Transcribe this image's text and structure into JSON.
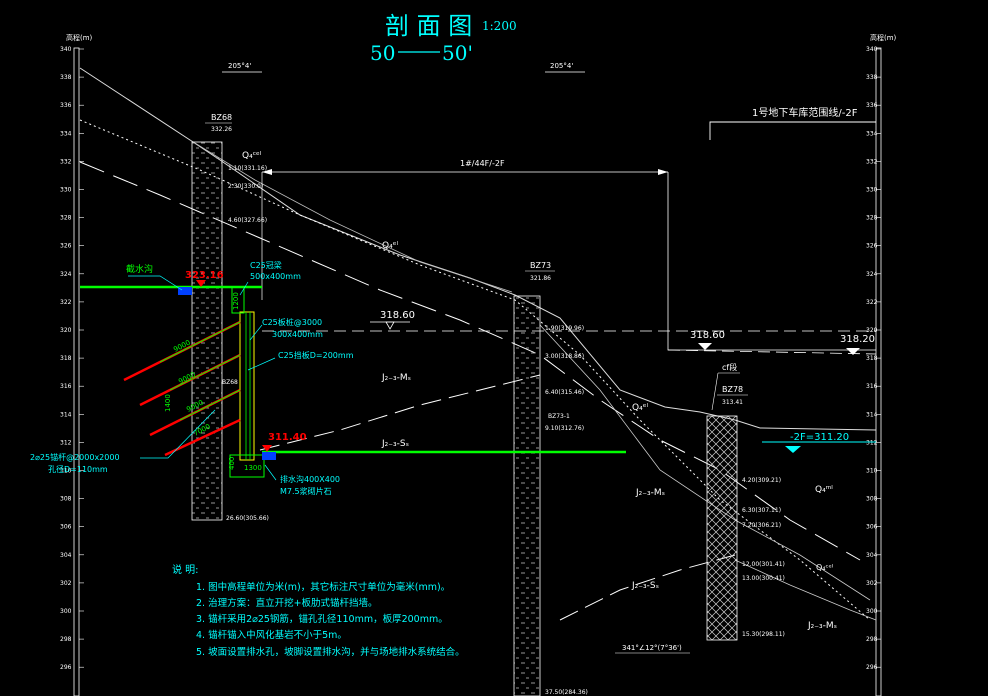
{
  "title": {
    "main": "剖 面 图",
    "scale": "1:200",
    "section_left": "50",
    "section_right": "50'"
  },
  "elevation_axis": {
    "left_header": "高程(m)",
    "right_header": "高程(m)",
    "ticks": [
      "340",
      "338",
      "336",
      "334",
      "332",
      "330",
      "328",
      "326",
      "324",
      "322",
      "320",
      "318",
      "316",
      "314",
      "312",
      "310",
      "308",
      "306",
      "304",
      "302",
      "300",
      "298",
      "296"
    ]
  },
  "orientation_marks": {
    "left": "205°4'",
    "right": "205°4'"
  },
  "boreholes": [
    {
      "id": "BZ68",
      "elevation": "332.26",
      "depth_labels": [
        "1.10(331.16)",
        "2.30(330.0)",
        "4.60(327.66)",
        "26.60(305.66)"
      ]
    },
    {
      "id": "BZ73",
      "elevation": "321.86",
      "depth_labels": [
        "1.90(319.96)",
        "3.00(318.86)",
        "6.40(315.46)",
        "9.10(312.76)"
      ]
    },
    {
      "id": "BZ78",
      "elevation": "313.41",
      "depth_labels": [
        "4.20(309.21)",
        "6.30(307.11)",
        "7.20(306.21)",
        "12.00(301.41)",
        "13.00(300.41)",
        "15.30(298.11)"
      ]
    }
  ],
  "bottom_labels": {
    "bz73_bottom": "37.50(284.36)",
    "dip": "341°∠12°(7°36')"
  },
  "layers": {
    "q4_top": "Q₄ᶜᵉˡ",
    "q4_mid": "Q₄ᵉˡ",
    "q4_right": "Q₄ᵉˡ",
    "q4_fill": "Q₄ᵐˡ",
    "j_mid": "J₂₋₃-Mₛ",
    "j_left": "J₂₋₃-Sₛ",
    "j_center": "J₂₋₃-Mₛ",
    "j_lower": "J₂₋₃-Sₛ",
    "j_right": "J₂₋₃-Mₛ",
    "q4_right_small": "Q₄ᶜᵉˡ"
  },
  "annotations": {
    "underground_garage": "1号地下车库范围线/-2F",
    "span_arrow": "1#/44F/-2F",
    "elev_31860_a": "318.60",
    "elev_31860_b": "318.60",
    "elev_31820": "318.20",
    "elev_32316": "323.16",
    "elev_31140": "311.40",
    "floor_level": "-2F=311.20",
    "drain_top": "截水沟",
    "crown_beam": "C25冠梁",
    "crown_beam_size": "500x400mm",
    "pile": "C25板桩@3000",
    "pile_size": "300x400mm",
    "wall": "C25挡板D=200mm",
    "anchor": "2⌀25锚杆@2000x2000",
    "anchor_hole": "孔径D=110mm",
    "drain_bottom": "排水沟400X400",
    "drain_bottom_2": "M7.5浆砌片石",
    "anchor_len_1": "9000",
    "anchor_len_2": "9000",
    "anchor_len_3": "9000",
    "anchor_len_4": "7000",
    "dim_1200": "1200",
    "dim_1300": "1300",
    "dim_400": "400",
    "dim_1400": "1400",
    "bz68_label": "BZ68",
    "bz73_label": "BZ73-1",
    "fill_label": "cf段"
  },
  "notes": {
    "heading": "说  明:",
    "items": [
      "1.  图中高程单位为米(m)，其它标注尺寸单位为毫米(mm)。",
      "2.  治理方案：直立开挖+板肋式锚杆挡墙。",
      "3.  锚杆采用2⌀25钢筋，锚孔孔径110mm，板厚200mm。",
      "4.  锚杆锚入中风化基岩不小于5m。",
      "5.  坡面设置排水孔，坡脚设置排水沟，并与场地排水系统结合。"
    ]
  },
  "colors": {
    "background": "#000000",
    "line": "#ffffff",
    "title": "#00ffff",
    "green": "#00ff00",
    "red": "#ff0000",
    "yellow": "#ffff00",
    "blue": "#0080ff",
    "cyan": "#00ffff"
  }
}
